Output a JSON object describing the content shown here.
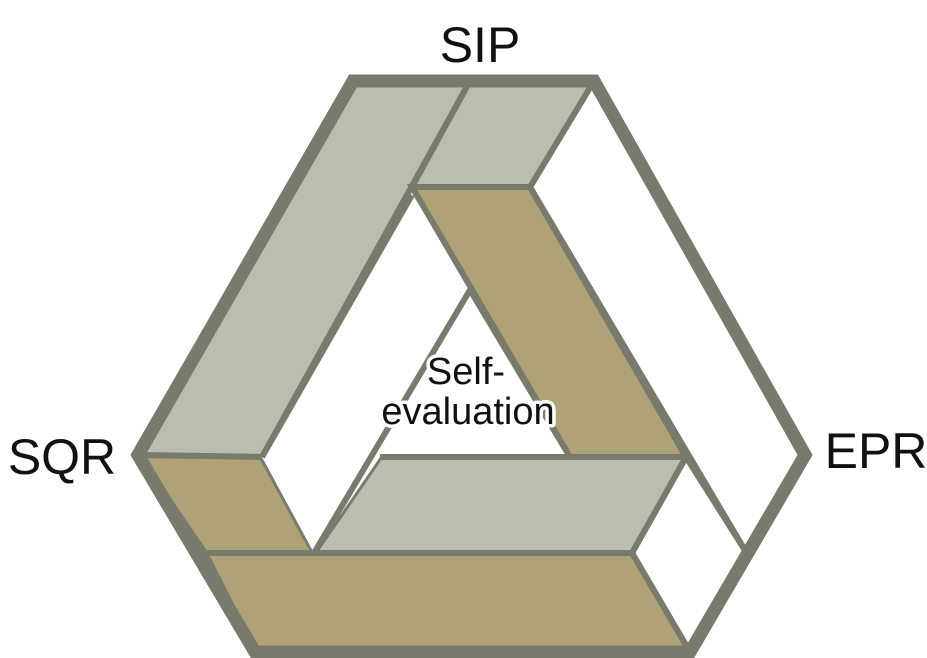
{
  "labels": {
    "top": "SIP",
    "left": "SQR",
    "right": "EPR",
    "center_line1": "Self-",
    "center_line2": "evaluation"
  },
  "colors": {
    "frame": "#7a7a6c",
    "grey_band": "#bcbcb0",
    "tan_band": "#afa277",
    "background": "#ffffff"
  }
}
